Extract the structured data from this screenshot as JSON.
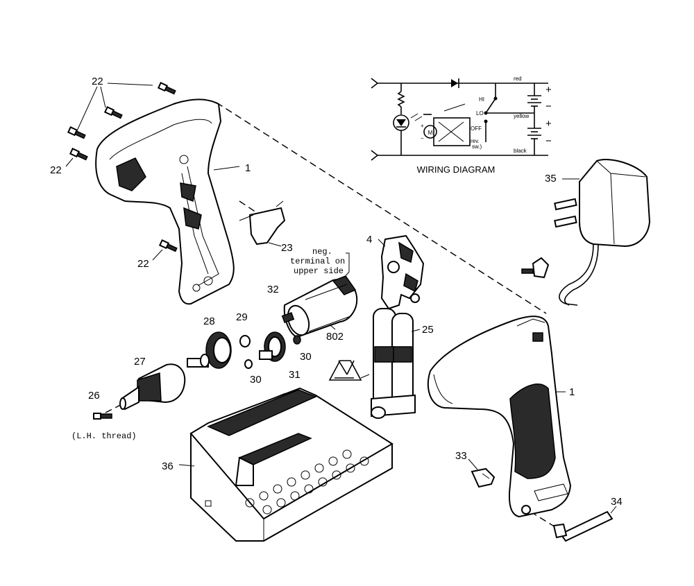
{
  "wiring": {
    "title": "WIRING DIAGRAM",
    "labels": {
      "red": "red",
      "yellow": "yellow",
      "black": "black",
      "hi": "HI",
      "lo": "LO",
      "off": "OFF",
      "rev": "rev.",
      "sw": "sw.)",
      "motor": "M",
      "plus_motor": "+",
      "minus_motor": "−",
      "plus_batt1": "+",
      "minus_batt1": "−",
      "plus_batt2": "+",
      "minus_batt2": "−"
    }
  },
  "parts": {
    "p22a": "22",
    "p22b": "22",
    "p22c": "22",
    "p1a": "1",
    "p1b": "1",
    "p23": "23",
    "p4": "4",
    "p32": "32",
    "p802": "802",
    "p25": "25",
    "p28": "28",
    "p29": "29",
    "p30a": "30",
    "p30b": "30",
    "p31": "31",
    "p27": "27",
    "p26": "26",
    "p35": "35",
    "p36": "36",
    "p33": "33",
    "p34": "34"
  },
  "notes": {
    "neg_line1": "neg.",
    "neg_line2": "terminal on",
    "neg_line3": "upper side",
    "lh_thread": "(L.H. thread)"
  }
}
